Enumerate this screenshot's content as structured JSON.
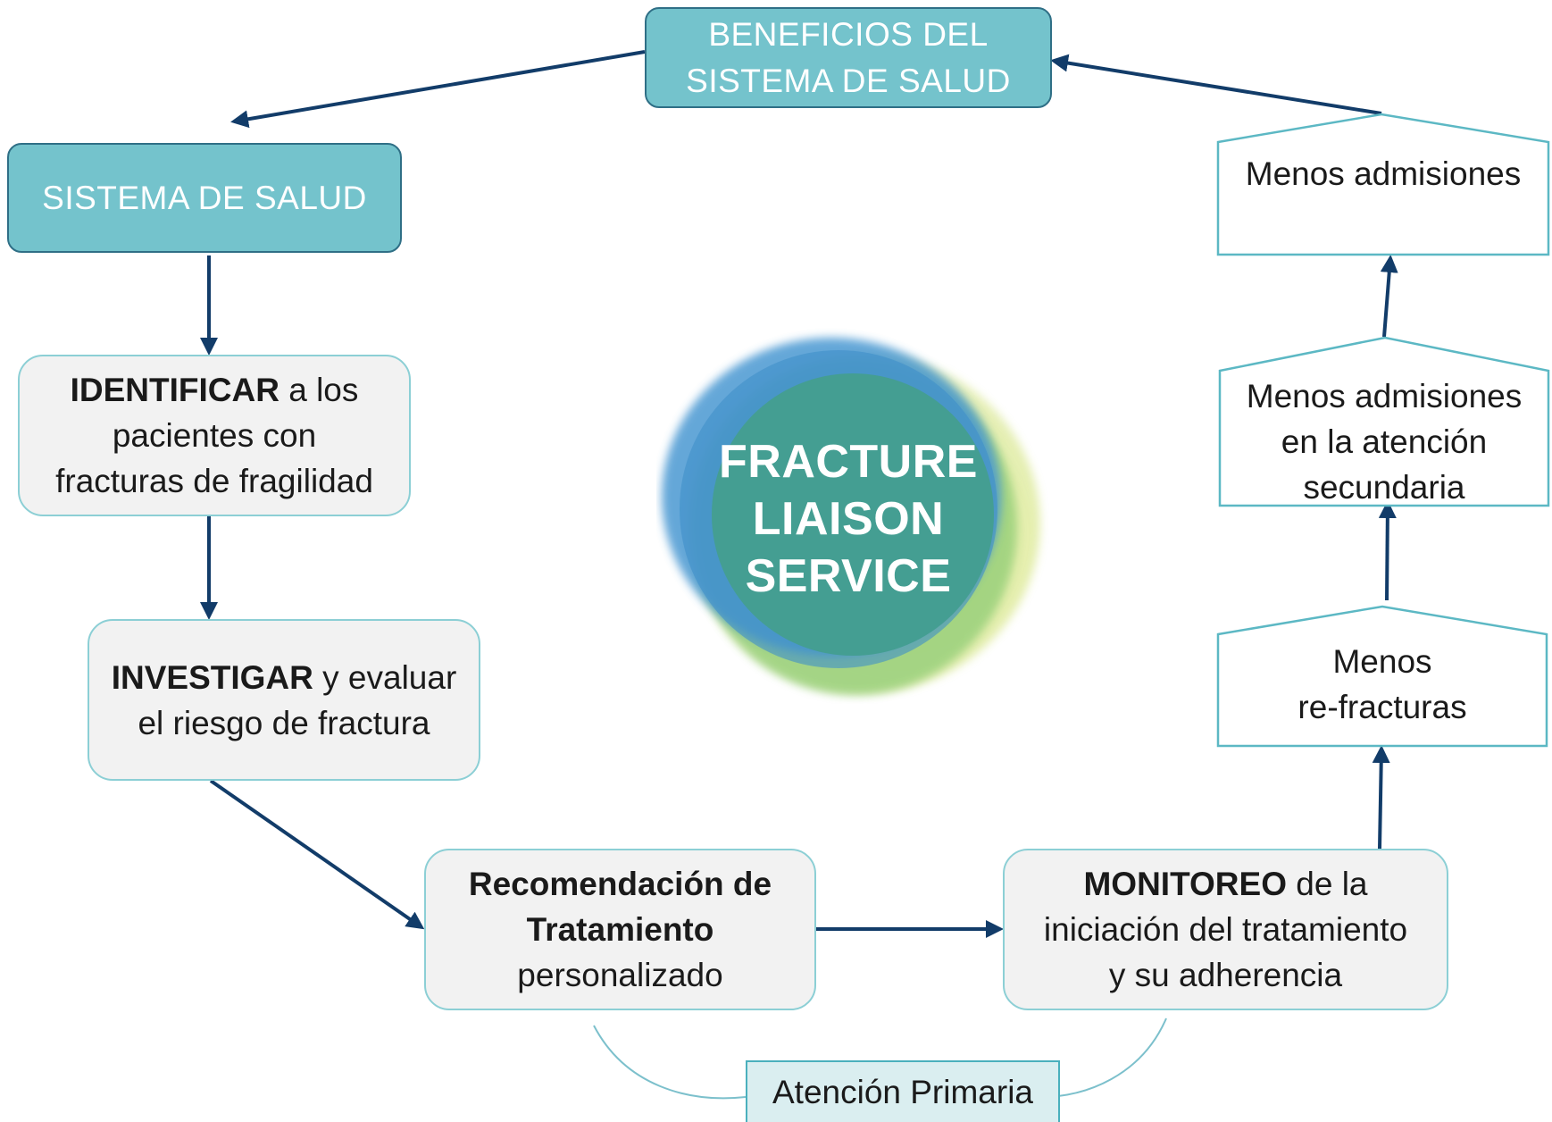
{
  "benefits_box": {
    "line1": "BENEFICIOS DEL",
    "line2": "SISTEMA DE SALUD"
  },
  "health_system_box": {
    "label": "SISTEMA DE SALUD"
  },
  "identify_box": {
    "bold": "IDENTIFICAR",
    "rest1": " a los",
    "line2": "pacientes con",
    "line3": "fracturas de fragilidad"
  },
  "investigate_box": {
    "bold": "INVESTIGAR",
    "rest1": " y evaluar",
    "line2": "el riesgo de fractura"
  },
  "treatment_box": {
    "line1": "Recomendación de",
    "line2": "Tratamiento",
    "line3": "personalizado"
  },
  "monitor_box": {
    "bold": "MONITOREO",
    "rest1": " de la",
    "line2": "iniciación del tratamiento",
    "line3": "y su adherencia"
  },
  "outcome_admissions": {
    "line1": "Menos admisiones"
  },
  "outcome_secondary": {
    "line1": "Menos admisiones",
    "line2": "en la atención",
    "line3": "secundaria"
  },
  "outcome_refractures": {
    "line1": "Menos",
    "line2": "re-fracturas"
  },
  "center_logo": {
    "line1": "FRACTURE",
    "line2": "LIAISON",
    "line3": "SERVICE"
  },
  "primary_care": {
    "label": "Atención Primaria"
  },
  "colors": {
    "teal_fill": "#74c3cc",
    "teal_border": "#2f6f86",
    "step_fill": "#f2f2f2",
    "step_border": "#8ccfd5",
    "arrow": "#123c69",
    "logo_core": "#449e92"
  }
}
